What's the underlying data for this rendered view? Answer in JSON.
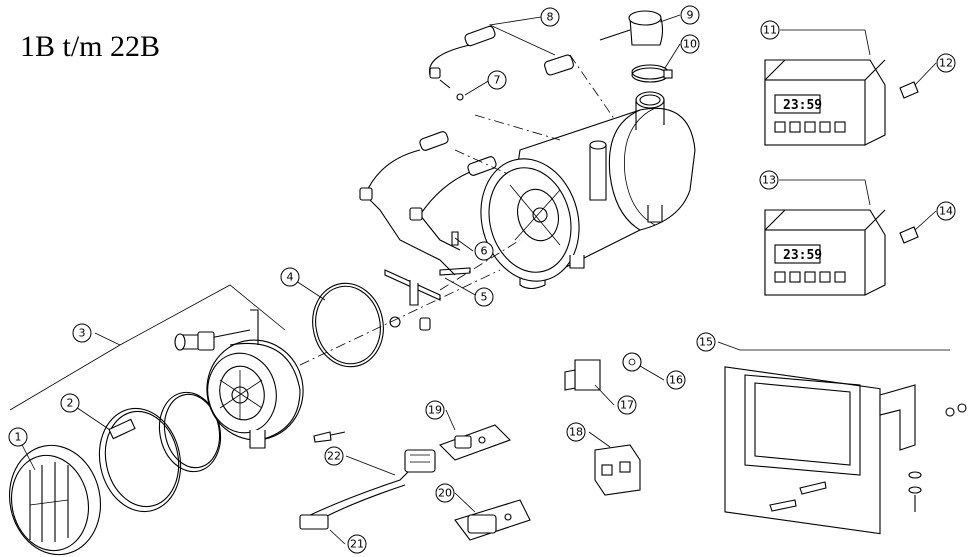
{
  "title": "1B t/m 22B",
  "labels": {
    "n1": "1",
    "n2": "2",
    "n3": "3",
    "n4": "4",
    "n5": "5",
    "n6": "6",
    "n7": "7",
    "n8": "8",
    "n9": "9",
    "n10": "10",
    "n11": "11",
    "n12": "12",
    "n13": "13",
    "n14": "14",
    "n15": "15",
    "n16": "16",
    "n17": "17",
    "n18": "18",
    "n19": "19",
    "n20": "20",
    "n21": "21",
    "n22": "22"
  },
  "timer_display_11": "23:59",
  "timer_display_13": "23:59"
}
